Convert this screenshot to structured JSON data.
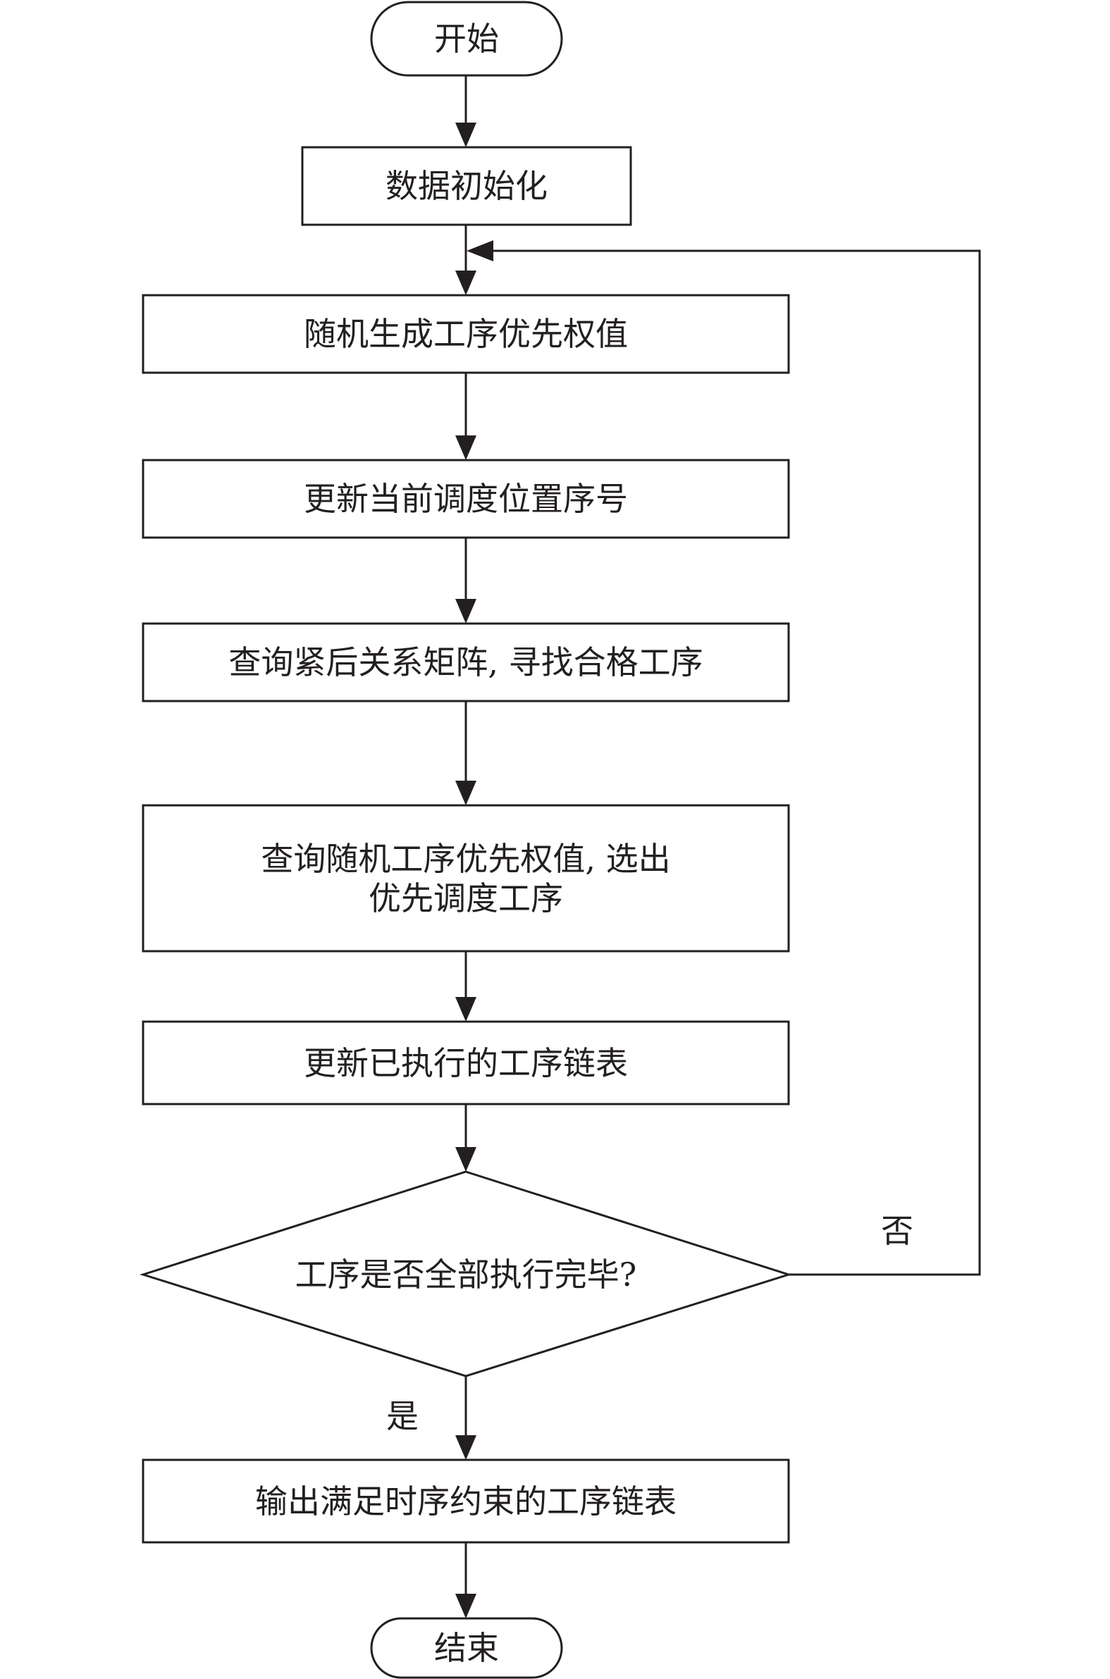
{
  "diagram": {
    "start": "开始",
    "step1": "数据初始化",
    "step2": "随机生成工序优先权值",
    "step3": "更新当前调度位置序号",
    "step4": "查询紧后关系矩阵, 寻找合格工序",
    "step5": {
      "line1": "查询随机工序优先权值, 选出",
      "line2": "优先调度工序"
    },
    "step6": "更新已执行的工序链表",
    "decision": "工序是否全部执行完毕?",
    "no_label": "否",
    "yes_label": "是",
    "step7": "输出满足时序约束的工序链表",
    "end": "结束"
  }
}
